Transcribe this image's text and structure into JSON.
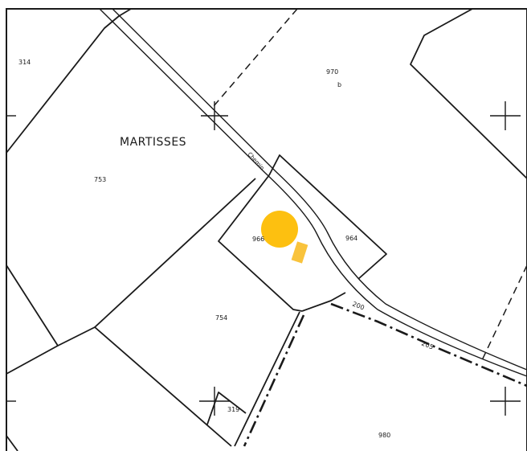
{
  "map": {
    "locality": "MARTISSES",
    "road_name": "Chemin",
    "parcels": [
      {
        "id": "p314",
        "label": "314"
      },
      {
        "id": "p970",
        "label": "970"
      },
      {
        "id": "p970b",
        "label": "b"
      },
      {
        "id": "p753",
        "label": "753"
      },
      {
        "id": "p966",
        "label": "966"
      },
      {
        "id": "p964",
        "label": "964"
      },
      {
        "id": "p754",
        "label": "754"
      },
      {
        "id": "p319",
        "label": "319"
      },
      {
        "id": "p980",
        "label": "980"
      }
    ],
    "road_labels": [
      "200",
      "205"
    ],
    "marker": {
      "color": "#fdc010",
      "building_color": "#f9c33c"
    }
  }
}
